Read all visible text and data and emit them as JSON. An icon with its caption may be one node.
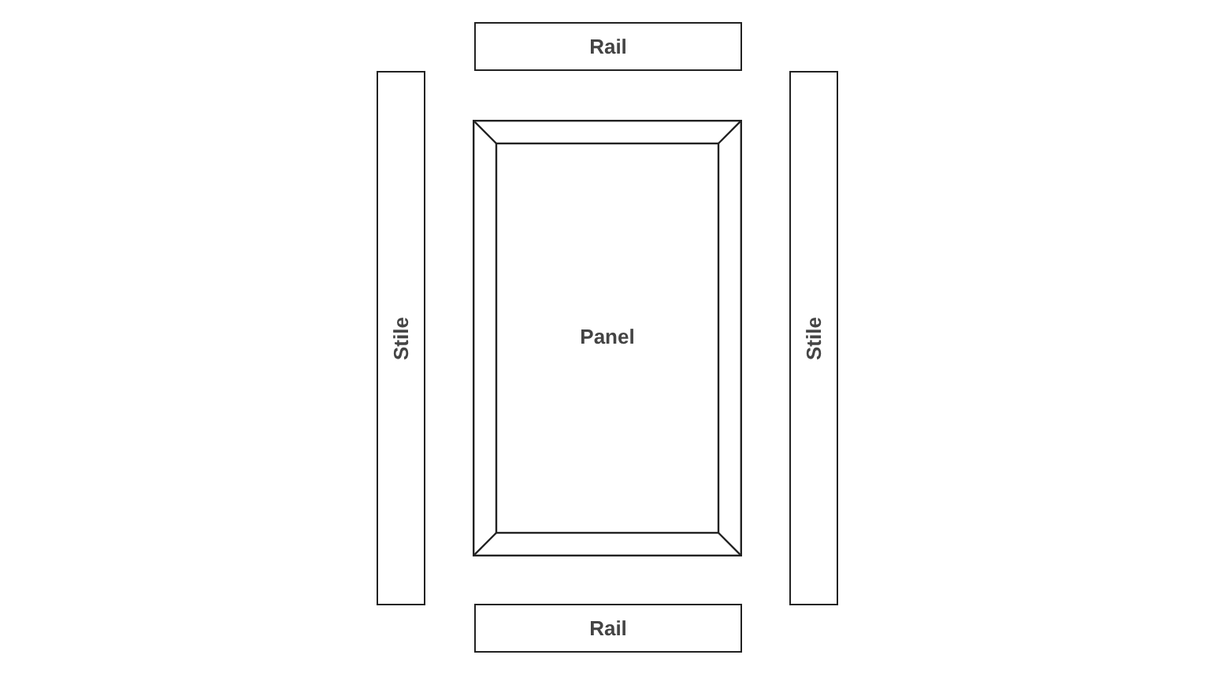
{
  "diagram": {
    "nodes": [
      {
        "text": [
          "Rail"
        ]
      },
      {
        "text": [
          "Stile"
        ]
      },
      {
        "text": [
          "Panel"
        ]
      },
      {
        "text": [
          "Stile"
        ]
      },
      {
        "text": [
          "Rail"
        ]
      }
    ]
  }
}
